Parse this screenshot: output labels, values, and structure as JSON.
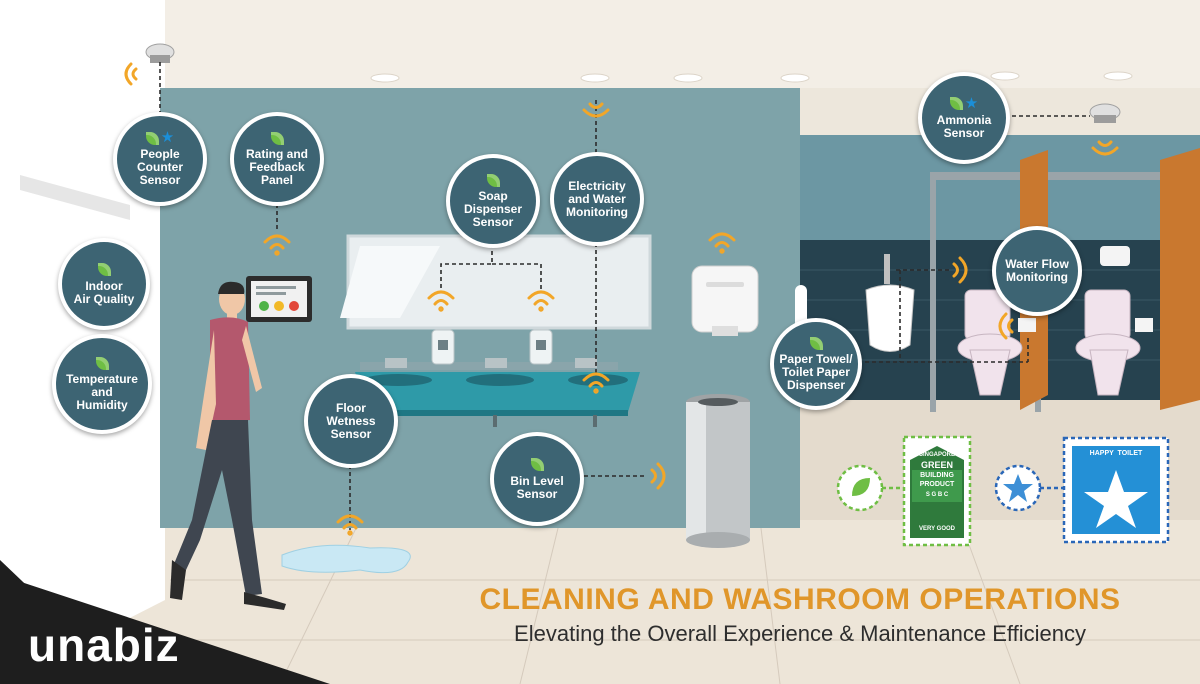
{
  "headline": {
    "title": "CLEANING AND WASHROOM OPERATIONS",
    "subtitle": "Elevating the Overall Experience & Maintenance Efficiency"
  },
  "brand": {
    "logo_text": "unabiz"
  },
  "sensors": {
    "people_counter": {
      "label": "People\nCounter\nSensor",
      "icons": [
        "leaf",
        "star"
      ]
    },
    "rating_feedback": {
      "label": "Rating and\nFeedback\nPanel",
      "icons": [
        "leaf"
      ]
    },
    "indoor_air": {
      "label": "Indoor\nAir Quality",
      "icons": [
        "leaf"
      ]
    },
    "temperature": {
      "label": "Temperature\nand\nHumidity",
      "icons": [
        "leaf"
      ]
    },
    "soap": {
      "label": "Soap\nDispenser\nSensor",
      "icons": [
        "leaf"
      ]
    },
    "electricity": {
      "label": "Electricity\nand Water\nMonitoring",
      "icons": []
    },
    "floor": {
      "label": "Floor\nWetness\nSensor",
      "icons": []
    },
    "bin": {
      "label": "Bin Level\nSensor",
      "icons": [
        "leaf"
      ]
    },
    "ammonia": {
      "label": "Ammonia\nSensor",
      "icons": [
        "leaf",
        "star"
      ]
    },
    "water_flow": {
      "label": "Water Flow\nMonitoring",
      "icons": []
    },
    "paper_towel": {
      "label": "Paper Towel/\nToilet Paper\nDispenser",
      "icons": [
        "leaf"
      ]
    }
  },
  "certifications": {
    "green": {
      "line1": "SINGAPORE",
      "line2": "GREEN",
      "line3": "BUILDING",
      "line4": "PRODUCT",
      "line5": "S G B C",
      "rating": "VERY GOOD"
    },
    "happy": {
      "text": "HAPPY  TOILET"
    }
  },
  "colors": {
    "node_fill": "#3d6473",
    "leaf": "#6fbe44",
    "star": "#1b8fd8",
    "title": "#e0962a",
    "wifi": "#f2a628",
    "wall": "#7ea3a9",
    "back_wall": "#6c97a3"
  }
}
